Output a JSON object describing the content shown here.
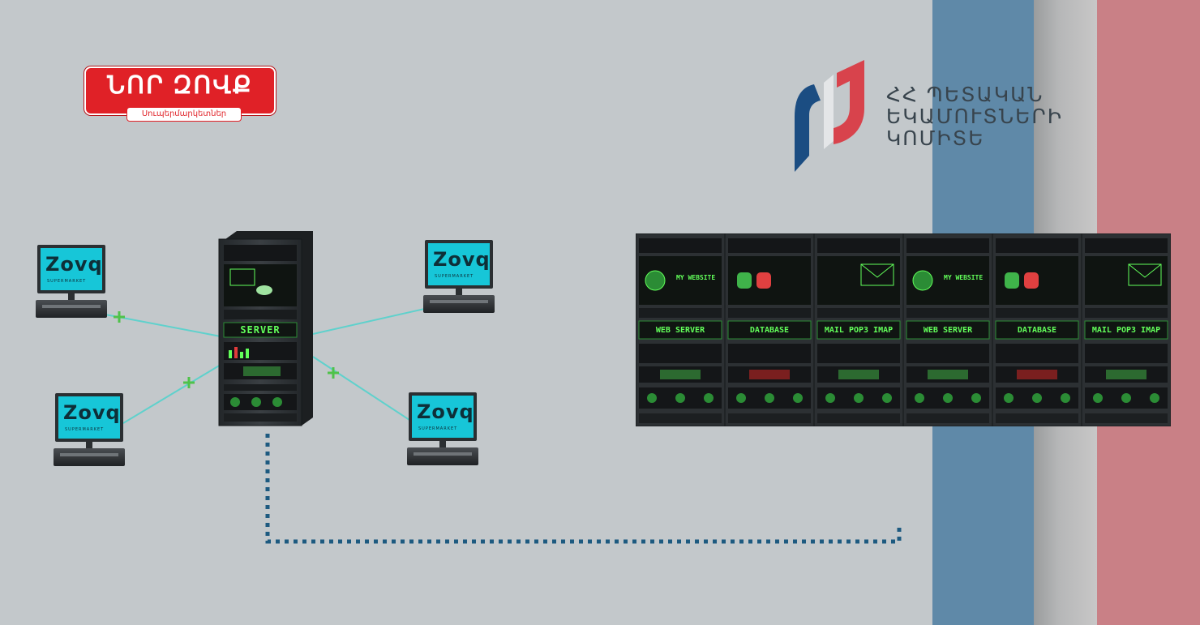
{
  "colors": {
    "background": "#c3c8cb",
    "flag_blue": "#5f89a8",
    "flag_red": "#c98086",
    "link_line": "#5fd1cc",
    "dotted_line": "#1d5a80",
    "screen": "#17c6d8",
    "rack_body": "#2e3235",
    "led_green": "#62ff5a"
  },
  "logos": {
    "store": {
      "title": "ՆՈՐ ԶՈՎՔ",
      "subtitle": "Սուպերմարկետներ"
    },
    "committee": {
      "lines": [
        "ՀՀ ՊԵՏԱԿԱՆ",
        "ԵԿԱՄՈՒՏՆԵՐԻ",
        "ԿՈՄԻՏԵ"
      ]
    }
  },
  "terminals": [
    {
      "brand": "Zovq",
      "sub": "SUPERMARKET"
    },
    {
      "brand": "Zovq",
      "sub": "SUPERMARKET"
    },
    {
      "brand": "Zovq",
      "sub": "SUPERMARKET"
    },
    {
      "brand": "Zovq",
      "sub": "SUPERMARKET"
    }
  ],
  "main_server": {
    "label": "SERVER"
  },
  "server_farm": [
    {
      "top_label": "MY WEBSITE",
      "role": "WEB SERVER",
      "icon": "globe-icon"
    },
    {
      "top_label": "",
      "role": "DATABASE",
      "icon": "database-icon"
    },
    {
      "top_label": "",
      "role": "MAIL",
      "role_extra": "POP3 IMAP",
      "icon": "mail-icon"
    },
    {
      "top_label": "MY WEBSITE",
      "role": "WEB SERVER",
      "icon": "globe-icon"
    },
    {
      "top_label": "",
      "role": "DATABASE",
      "icon": "database-icon"
    },
    {
      "top_label": "",
      "role": "MAIL",
      "role_extra": "POP3 IMAP",
      "icon": "mail-icon"
    }
  ]
}
